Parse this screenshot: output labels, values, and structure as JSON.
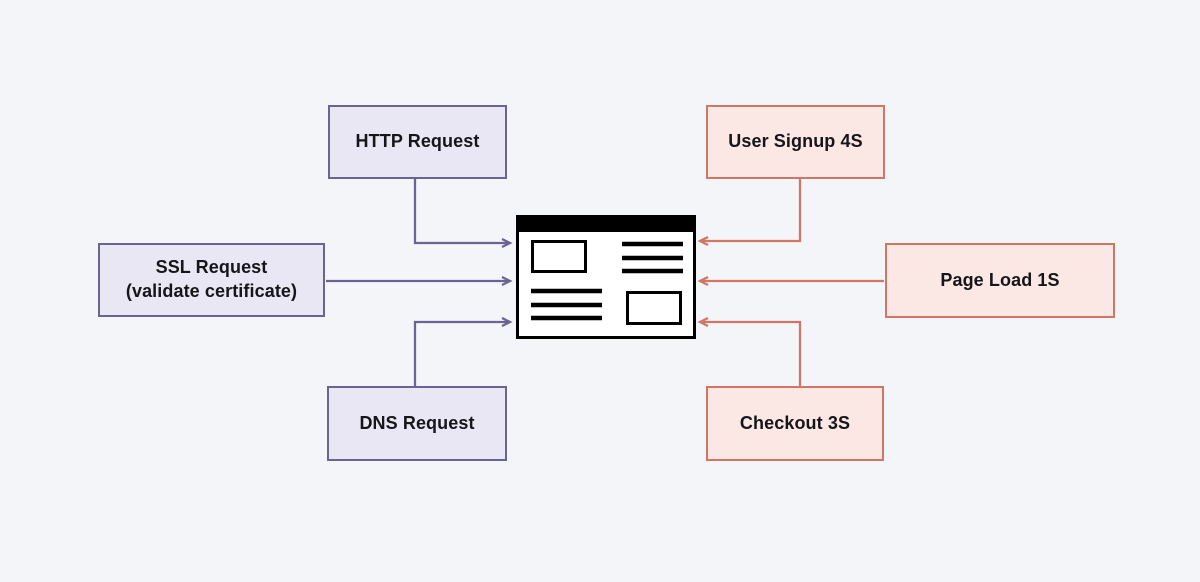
{
  "colors": {
    "canvas_bg": "#f4f5f8",
    "request_accent": "#6b6394",
    "request_fill": "#eae7f4",
    "metric_accent": "#cf7664",
    "metric_fill": "#fbe8e4",
    "icon_ink": "#000000",
    "icon_bg": "#ffffff"
  },
  "nodes": {
    "http": {
      "label": "HTTP Request"
    },
    "ssl": {
      "label": "SSL Request\n(validate certificate)"
    },
    "dns": {
      "label": "DNS Request"
    },
    "user_signup": {
      "label": "User Signup 4S"
    },
    "page_load": {
      "label": "Page Load 1S"
    },
    "checkout": {
      "label": "Checkout 3S"
    }
  },
  "center": {
    "icon": "browser-window-icon"
  }
}
